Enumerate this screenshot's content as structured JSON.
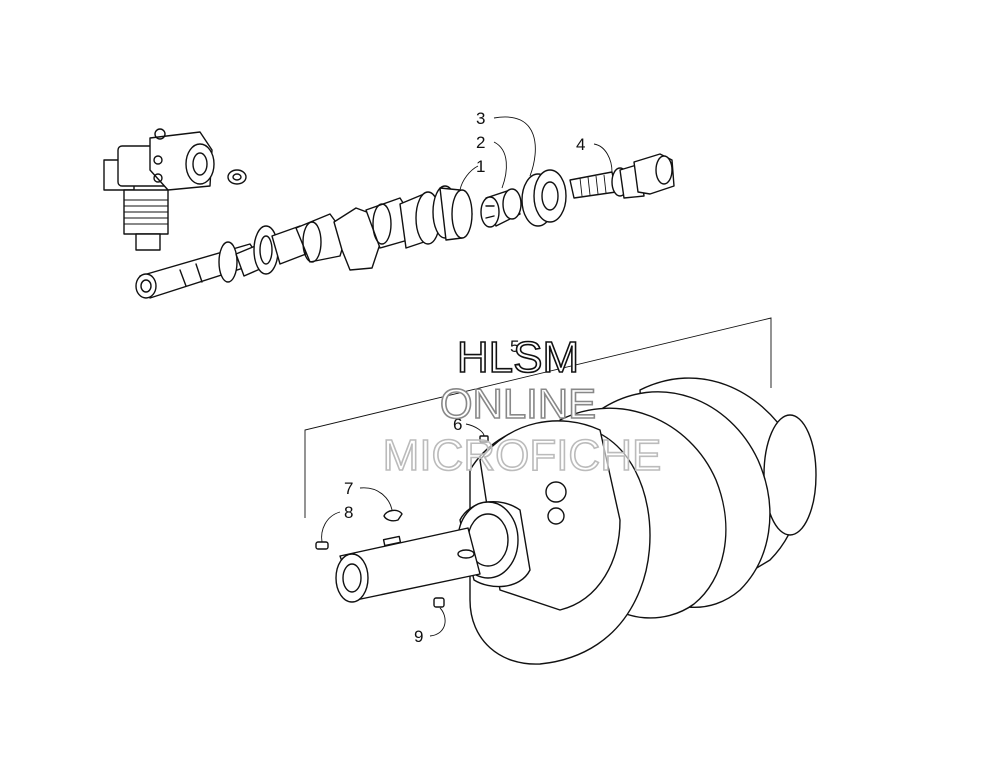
{
  "labels": {
    "p1": "1",
    "p2": "2",
    "p3": "3",
    "p4": "4",
    "p5": "5",
    "p6": "6",
    "p7": "7",
    "p8": "8",
    "p9": "9"
  },
  "watermark": {
    "line1": "HLSM",
    "line2": "ONLINE",
    "line3": "MICROFICHE"
  }
}
